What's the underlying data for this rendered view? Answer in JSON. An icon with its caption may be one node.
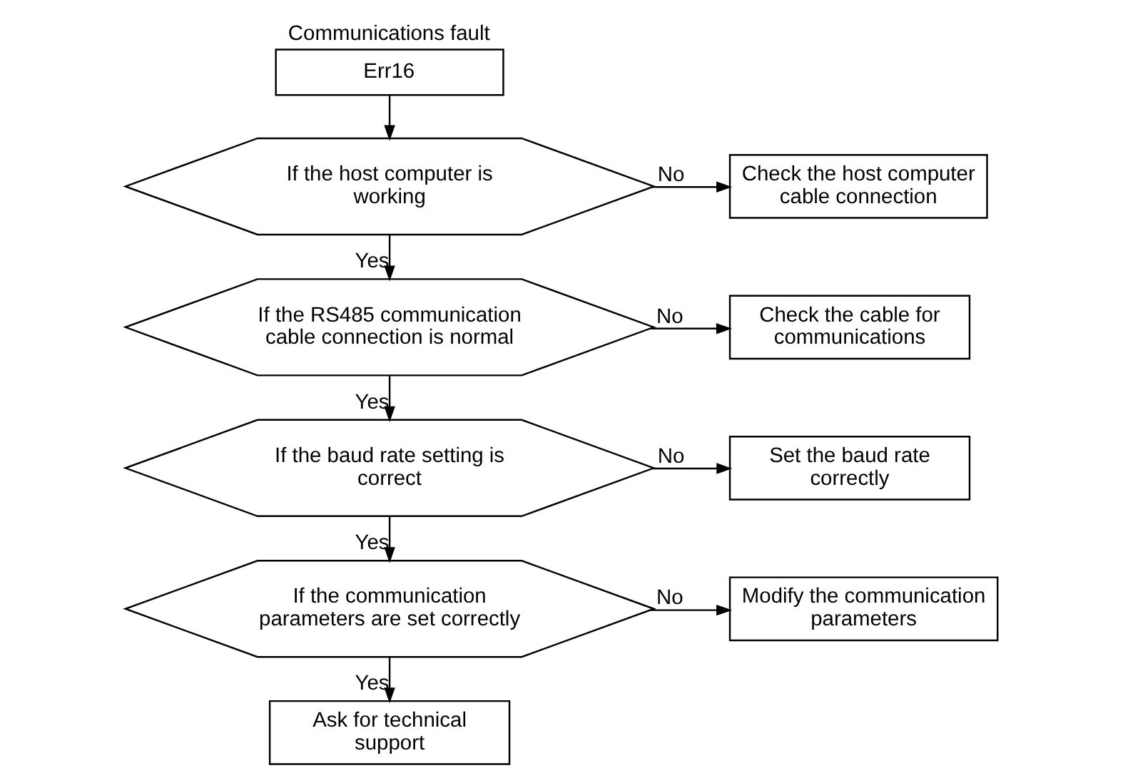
{
  "diagram": {
    "nodes": [
      {
        "text": [
          "Communications fault",
          "Err16"
        ]
      },
      {
        "text": [
          "If the host computer is working"
        ]
      },
      {
        "text": [
          "Check the host computer cable connection"
        ]
      },
      {
        "text": [
          "If the RS485 communication cable connection is normal"
        ]
      },
      {
        "text": [
          "Check the cable for communications"
        ]
      },
      {
        "text": [
          "If the baud rate setting is correct"
        ]
      },
      {
        "text": [
          "Set the baud rate correctly"
        ]
      },
      {
        "text": [
          "If the communication parameters are set correctly"
        ]
      },
      {
        "text": [
          "Modify the communication parameters"
        ]
      },
      {
        "text": [
          "Ask for technical support"
        ]
      }
    ],
    "edges": [
      {
        "from": 0,
        "to": 1,
        "arrow": "to"
      },
      {
        "from": 1,
        "to": 2,
        "arrow": "to",
        "label": "No"
      },
      {
        "from": 1,
        "to": 3,
        "arrow": "to",
        "label": "Yes"
      },
      {
        "from": 3,
        "to": 4,
        "arrow": "to",
        "label": "No"
      },
      {
        "from": 3,
        "to": 5,
        "arrow": "to",
        "label": "Yes"
      },
      {
        "from": 5,
        "to": 6,
        "arrow": "to",
        "label": "No"
      },
      {
        "from": 5,
        "to": 7,
        "arrow": "to",
        "label": "Yes"
      },
      {
        "from": 7,
        "to": 8,
        "arrow": "to",
        "label": "No"
      },
      {
        "from": 7,
        "to": 9,
        "arrow": "to",
        "label": "Yes"
      }
    ]
  }
}
